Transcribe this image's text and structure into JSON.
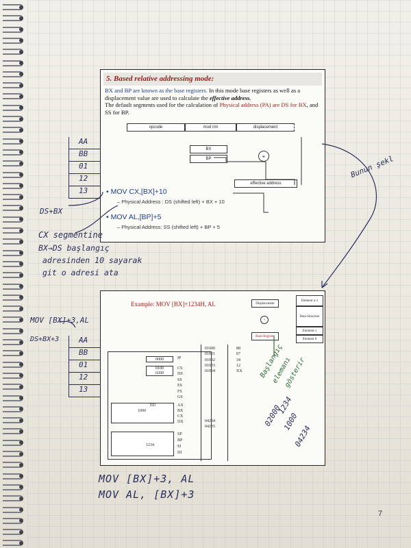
{
  "slide1": {
    "title": "5. Based relative addressing mode:",
    "para_bold": "BX and BP are known as the base registers.",
    "para_rest": " In this mode base registers as well as a displacement value are used to calculate the ",
    "para_em": "effective address.",
    "para2_a": "The default segments used for the calculation of ",
    "para2_red": "Physical address (PA) are DS for BX",
    "para2_b": ", and SS for BP.",
    "diagram": {
      "opcode": "opcode",
      "modrm": "mod r/m",
      "displacement": "displacement",
      "bx": "BX",
      "bp": "BP",
      "plus": "+",
      "effective": "effective address"
    },
    "bullet1": "MOV CX,[BX]+10",
    "bullet1_sub": "– Physical Address : DS (shifted left) + BX + 10",
    "bullet2": "MOV AL,[BP]+5",
    "bullet2_sub": "– Physical Address: SS (shifted left) + BP + 5"
  },
  "slide2": {
    "title_prefix": "Example: MOV ",
    "title_code": "[BX]+1234H, AL",
    "displacement": "Displacement",
    "base_register": "Base Register",
    "plus": "+",
    "elements": [
      "Element n-1",
      "Data Structure",
      "Element 1",
      "Element 0"
    ],
    "addresses": [
      "01000",
      "01001",
      "01002",
      "01003",
      "01004"
    ],
    "values": [
      "88",
      "07",
      "34",
      "12",
      "XX"
    ],
    "addr_low": [
      "04234",
      "04235"
    ],
    "ip_value": "0000",
    "ip": "IP",
    "seg_values": [
      "0100",
      "0200"
    ],
    "seg_regs": [
      "CS",
      "DS",
      "SS",
      "ES",
      "FS",
      "GS"
    ],
    "ax_high": "ED",
    "bx_value": "1000",
    "gen_regs": [
      "AX",
      "BX",
      "CX",
      "DX"
    ],
    "sp_bp_regs": [
      "SP",
      "BP",
      "SI",
      "DI"
    ],
    "si_value": "1234"
  },
  "handwriting": {
    "stack1": [
      "AA",
      "BB",
      "01",
      "12",
      "13"
    ],
    "ds_bx": "DS+BX",
    "cx_segment": "CX segmentine",
    "line1": "BX→DS başlangıç",
    "line2": "adresinden 10 sayarak",
    "line3": "git o adresi ata",
    "bunun": "Bunun şekl",
    "mov_left": "MOV [BX]+3,AL",
    "ds_bx3": "DS+BX+3",
    "stack2": [
      "AA",
      "BB",
      "01",
      "12",
      "13"
    ],
    "green1": "Başlangıç",
    "green2": "elemanı",
    "green3": "gösterir",
    "diag1": "02000",
    "diag2": "1234",
    "diag3": "1000",
    "diag4": "04234",
    "bottom1": "MOV [BX]+3, AL",
    "bottom2": "MOV AL, [BX]+3"
  },
  "page_number": "7"
}
